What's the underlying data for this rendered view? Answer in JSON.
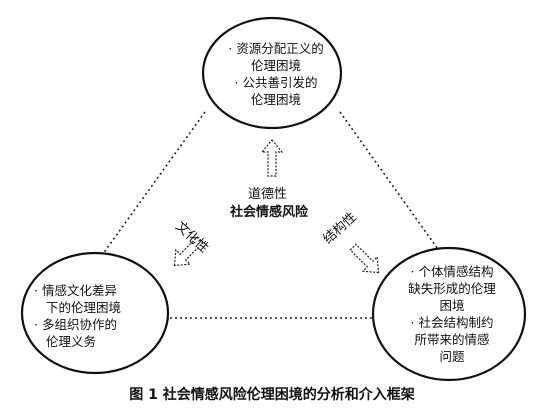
{
  "nodes": {
    "top": {
      "items": [
        "· 资源分配正义的",
        "伦理困境",
        "· 公共善引发的",
        "伦理困境"
      ]
    },
    "left": {
      "items": [
        "· 情感文化差异",
        "下的伦理困境",
        "· 多组织协作的",
        "伦理义务"
      ]
    },
    "right": {
      "items": [
        "· 个体情感结构",
        "缺失形成的伦理",
        "困境",
        "· 社会结构制约",
        "所带来的情感",
        "问题"
      ]
    }
  },
  "center": {
    "ethics_label": "道德性",
    "main_label": "社会情感风险",
    "culture_label": "文化性",
    "structure_label": "结构性"
  },
  "caption": "图 1   社会情感风险伦理困境的分析和介入框架"
}
